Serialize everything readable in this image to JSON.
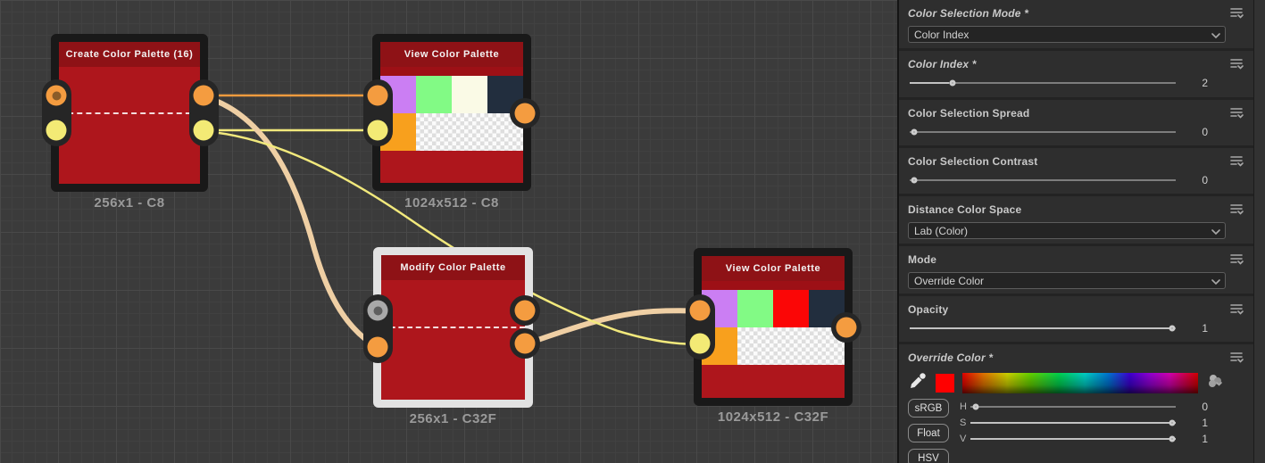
{
  "canvas": {
    "nodes": [
      {
        "id": "create",
        "title": "Create Color Palette (16)",
        "caption": "256x1 - C8",
        "selected": false
      },
      {
        "id": "view1",
        "title": "View Color Palette",
        "caption": "1024x512 - C8",
        "selected": false,
        "palette_row1": [
          "#cb7ef3",
          "#82fa85",
          "#fafae6",
          "#222e3e"
        ],
        "palette_row2_first": "#f8a01d"
      },
      {
        "id": "modify",
        "title": "Modify Color Palette",
        "caption": "256x1 - C32F",
        "selected": true
      },
      {
        "id": "view2",
        "title": "View Color Palette",
        "caption": "1024x512 - C32F",
        "selected": false,
        "palette_row1": [
          "#cb7ef3",
          "#82fa85",
          "#fb0606",
          "#222e3e"
        ],
        "palette_row2_first": "#f8a01d"
      }
    ],
    "colors": {
      "background": "#3b3b3b",
      "grid_minor": "#414141",
      "grid_major": "#494949",
      "node_body": "#ae161c",
      "node_header": "#8e1216",
      "node_border": "#191919",
      "node_border_selected": "#e2e2e2",
      "port_orange": "#f49c40",
      "port_yellow": "#f3ea75",
      "port_gray": "#a9a9a9",
      "wire_orange": "#ef9b3e",
      "wire_yellow": "#f2e97c",
      "wire_highlight": "#efcfa4",
      "caption_text": "#9a9a9a"
    }
  },
  "panel": {
    "color_selection_mode": {
      "label": "Color Selection Mode *",
      "value": "Color Index"
    },
    "color_index": {
      "label": "Color Index *",
      "value": "2"
    },
    "spread": {
      "label": "Color Selection Spread",
      "value": "0"
    },
    "contrast": {
      "label": "Color Selection Contrast",
      "value": "0"
    },
    "distance_color_space": {
      "label": "Distance Color Space",
      "value": "Lab (Color)"
    },
    "mode": {
      "label": "Mode",
      "value": "Override Color"
    },
    "opacity": {
      "label": "Opacity",
      "value": "1"
    },
    "override_color": {
      "label": "Override Color *",
      "swatch_color": "#ff0000",
      "buttons": [
        "sRGB",
        "Float",
        "HSV"
      ],
      "h": {
        "label": "H",
        "value": "0"
      },
      "s": {
        "label": "S",
        "value": "1"
      },
      "v": {
        "label": "V",
        "value": "1"
      }
    },
    "icons": {
      "params_menu": "three-lines-with-down-chevron",
      "chevron_down": "v",
      "eyedropper": "color-picker-dropper",
      "color_options": "overlapping-circles-with-chevron"
    }
  }
}
